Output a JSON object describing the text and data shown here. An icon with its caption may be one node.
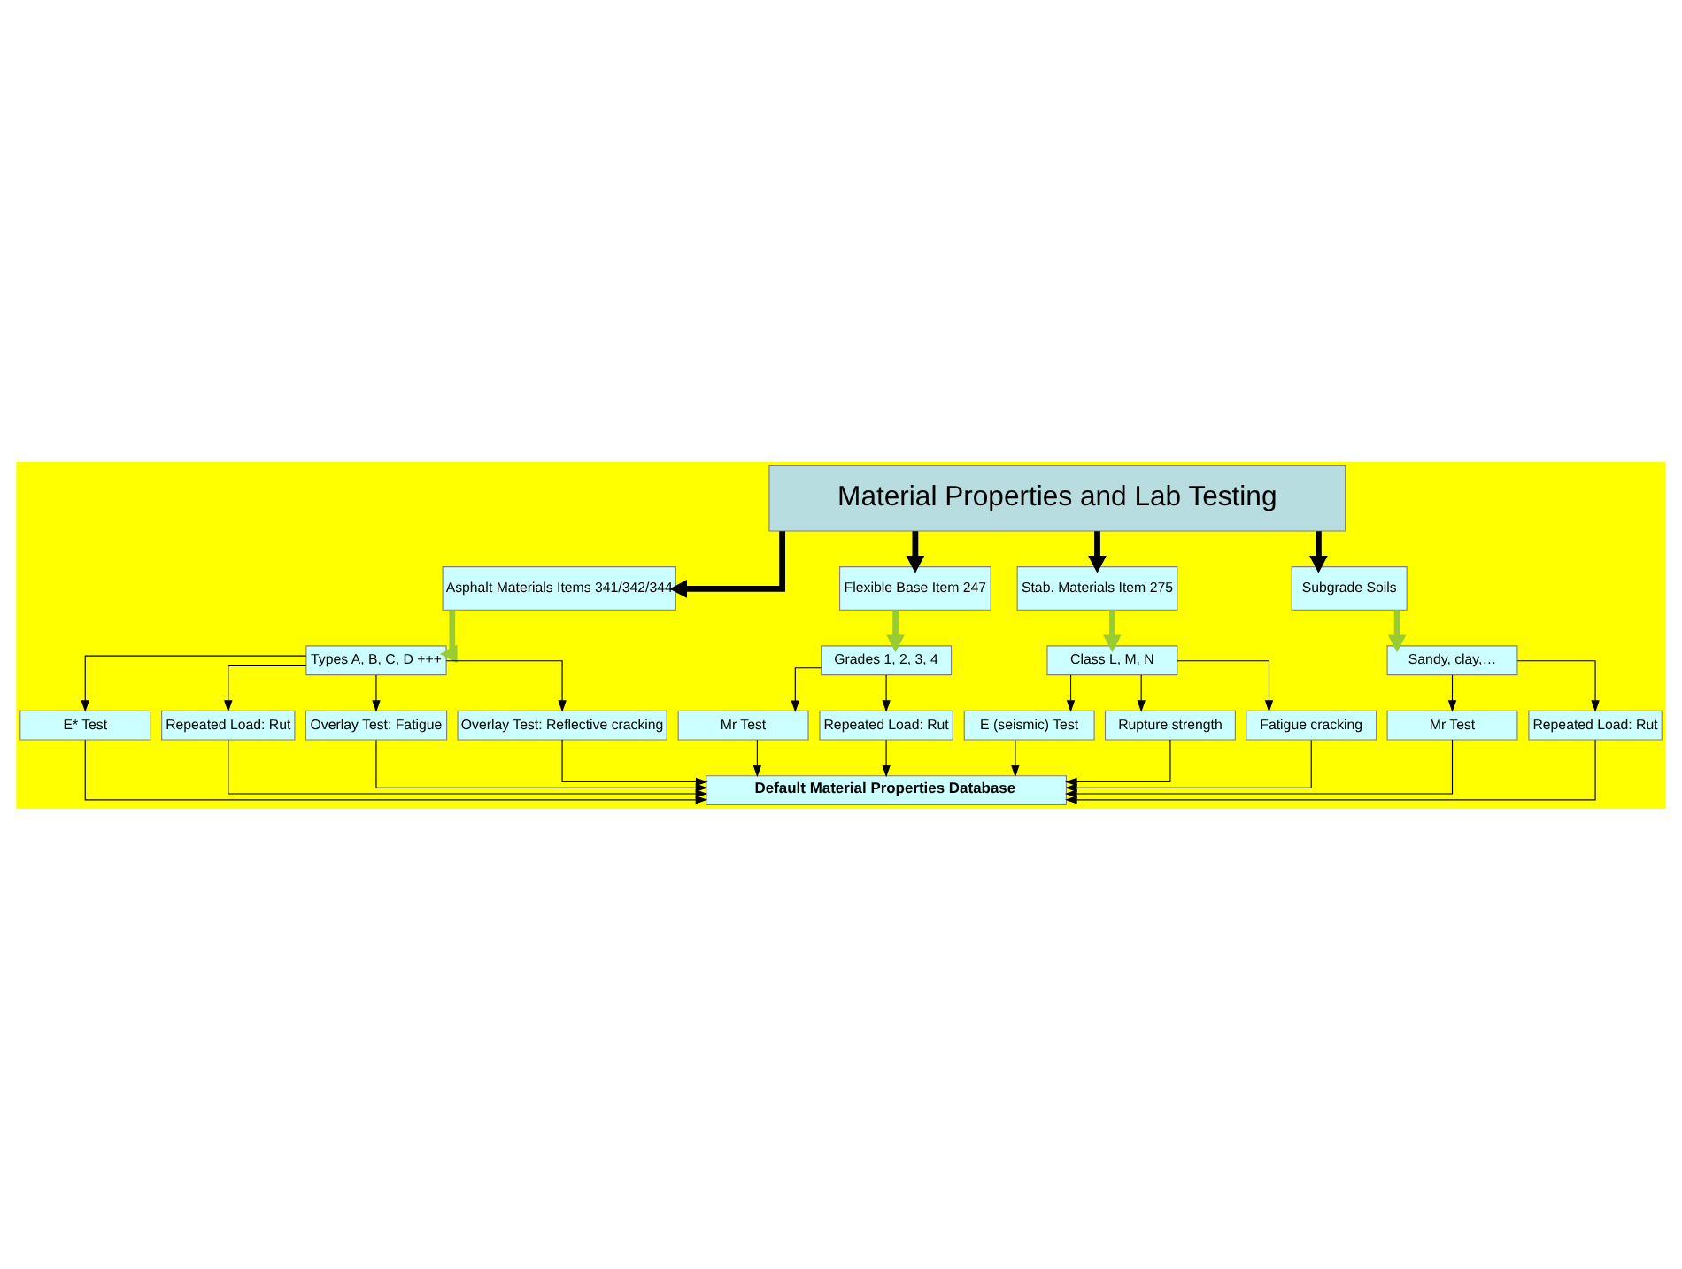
{
  "diagram": {
    "nodes": [
      {
        "text": [
          "Material Properties and Lab Testing"
        ]
      },
      {
        "text": [
          "Asphalt Materials Items 341/342/344"
        ]
      },
      {
        "text": [
          "Types A, B, C, D +++"
        ]
      },
      {
        "text": [
          "Flexible Base Item 247"
        ]
      },
      {
        "text": [
          "Grades 1, 2, 3, 4"
        ]
      },
      {
        "text": [
          "Stab. Materials Item 275"
        ]
      },
      {
        "text": [
          "Class L, M, N"
        ]
      },
      {
        "text": [
          "Subgrade Soils"
        ]
      },
      {
        "text": [
          "Sandy, clay,…"
        ]
      },
      {
        "text": [
          "E* Test"
        ]
      },
      {
        "text": [
          "Repeated Load: Rut"
        ]
      },
      {
        "text": [
          "Overlay Test: Fatigue"
        ]
      },
      {
        "text": [
          "Overlay Test: Reflective cracking"
        ]
      },
      {
        "text": [
          "Mr Test"
        ]
      },
      {
        "text": [
          "Repeated Load: Rut"
        ]
      },
      {
        "text": [
          "E (seismic) Test"
        ]
      },
      {
        "text": [
          "Rupture strength"
        ]
      },
      {
        "text": [
          "Fatigue cracking"
        ]
      },
      {
        "text": [
          "Mr Test"
        ]
      },
      {
        "text": [
          "Repeated Load: Rut"
        ]
      },
      {
        "text": [
          "Default Material Properties Database"
        ]
      }
    ],
    "edges": [
      {
        "from": 0,
        "to": 1,
        "arrow": "to",
        "style": "thick"
      },
      {
        "from": 0,
        "to": 3,
        "arrow": "to",
        "style": "thick"
      },
      {
        "from": 0,
        "to": 5,
        "arrow": "to",
        "style": "thick"
      },
      {
        "from": 0,
        "to": 7,
        "arrow": "to",
        "style": "thick"
      },
      {
        "from": 1,
        "to": 2,
        "arrow": "to",
        "style": "thick",
        "color": "#99cc33"
      },
      {
        "from": 3,
        "to": 4,
        "arrow": "to",
        "style": "thick",
        "color": "#99cc33"
      },
      {
        "from": 5,
        "to": 6,
        "arrow": "to",
        "style": "thick",
        "color": "#99cc33"
      },
      {
        "from": 7,
        "to": 8,
        "arrow": "to",
        "style": "thick",
        "color": "#99cc33"
      },
      {
        "from": 2,
        "to": 9,
        "arrow": "to"
      },
      {
        "from": 2,
        "to": 10,
        "arrow": "to"
      },
      {
        "from": 2,
        "to": 11,
        "arrow": "to"
      },
      {
        "from": 2,
        "to": 12,
        "arrow": "to"
      },
      {
        "from": 4,
        "to": 13,
        "arrow": "to"
      },
      {
        "from": 4,
        "to": 14,
        "arrow": "to"
      },
      {
        "from": 6,
        "to": 15,
        "arrow": "to"
      },
      {
        "from": 6,
        "to": 16,
        "arrow": "to"
      },
      {
        "from": 6,
        "to": 17,
        "arrow": "to"
      },
      {
        "from": 8,
        "to": 18,
        "arrow": "to"
      },
      {
        "from": 8,
        "to": 19,
        "arrow": "to"
      },
      {
        "from": 9,
        "to": 20,
        "arrow": "to"
      },
      {
        "from": 10,
        "to": 20,
        "arrow": "to"
      },
      {
        "from": 11,
        "to": 20,
        "arrow": "to"
      },
      {
        "from": 12,
        "to": 20,
        "arrow": "to"
      },
      {
        "from": 13,
        "to": 20,
        "arrow": "to"
      },
      {
        "from": 14,
        "to": 20,
        "arrow": "to"
      },
      {
        "from": 15,
        "to": 20,
        "arrow": "to"
      },
      {
        "from": 16,
        "to": 20,
        "arrow": "to"
      },
      {
        "from": 17,
        "to": 20,
        "arrow": "to"
      },
      {
        "from": 18,
        "to": 20,
        "arrow": "to"
      },
      {
        "from": 19,
        "to": 20,
        "arrow": "to"
      }
    ]
  }
}
